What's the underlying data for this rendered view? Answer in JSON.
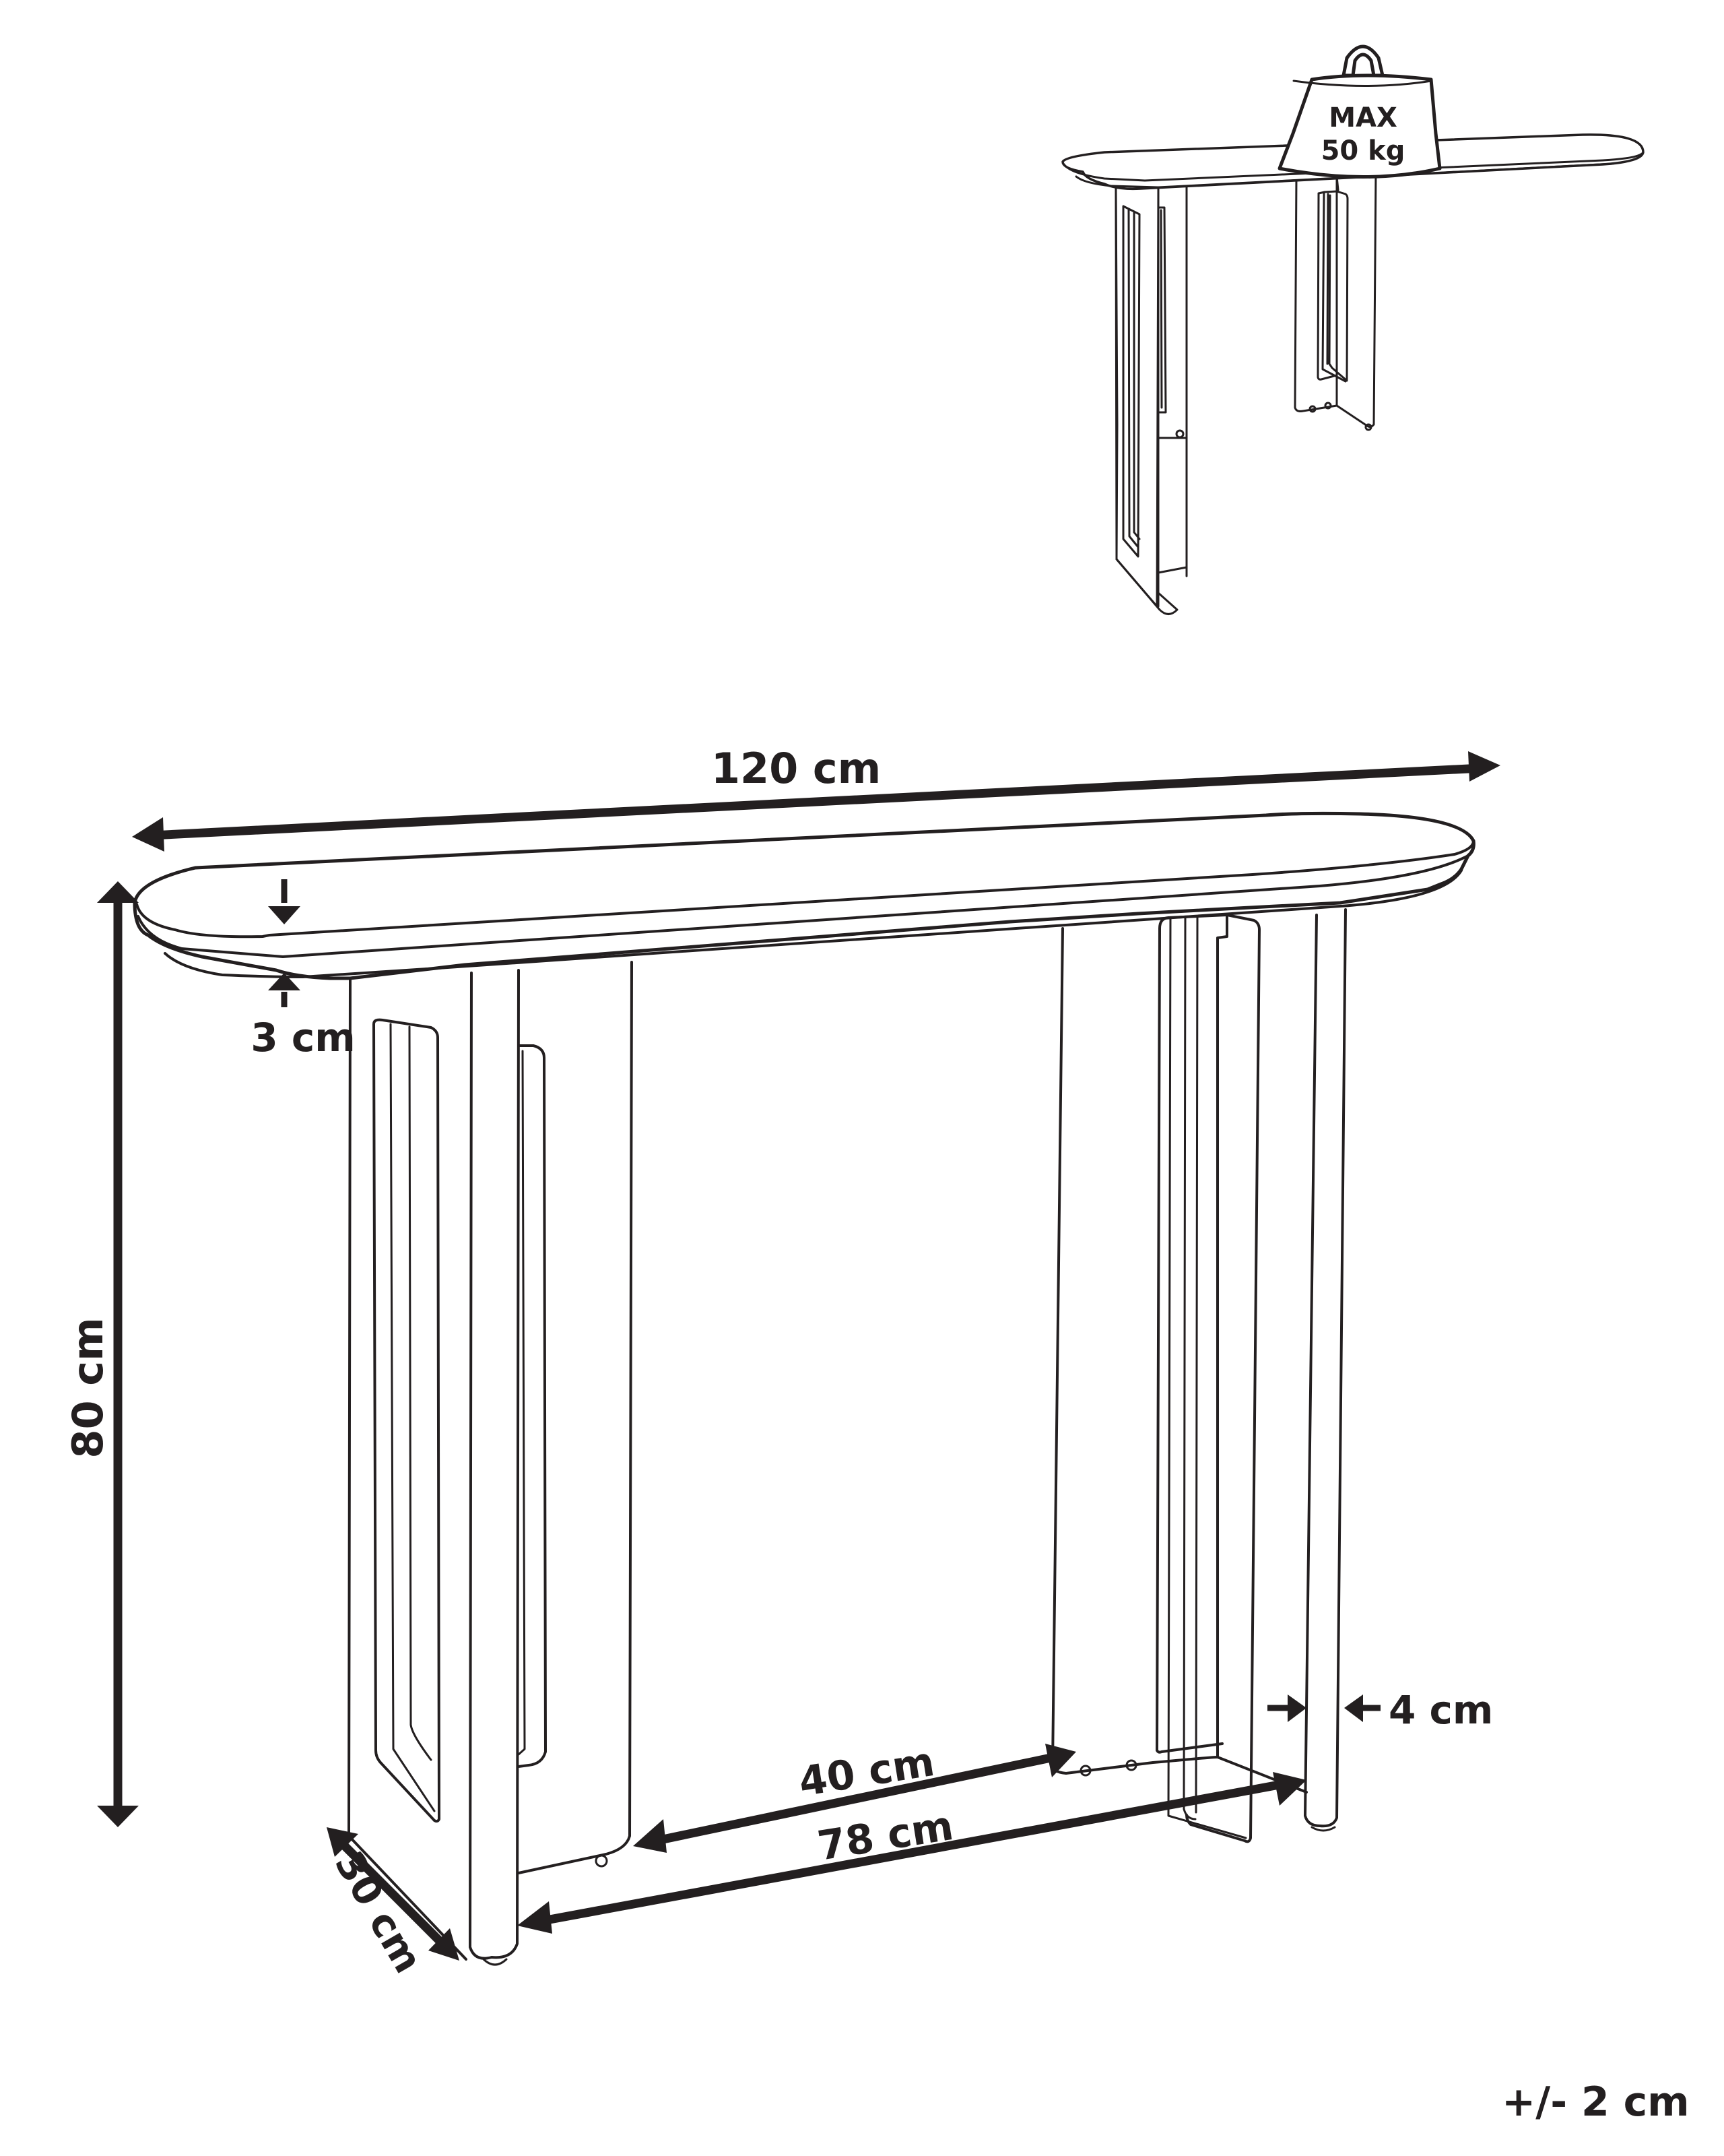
{
  "diagram": {
    "subject": "Console table dimension drawing",
    "colors": {
      "line": "#231f20",
      "background": "#ffffff"
    }
  },
  "weight_badge": {
    "line1": "MAX",
    "line2": "50 kg"
  },
  "dimensions": {
    "width": "120 cm",
    "height": "80 cm",
    "top_thickness": "3 cm",
    "depth": "30 cm",
    "leg_inner_gap": "40 cm",
    "leg_outer_span": "78 cm",
    "leg_thickness": "4 cm"
  },
  "tolerance": "+/- 2 cm"
}
